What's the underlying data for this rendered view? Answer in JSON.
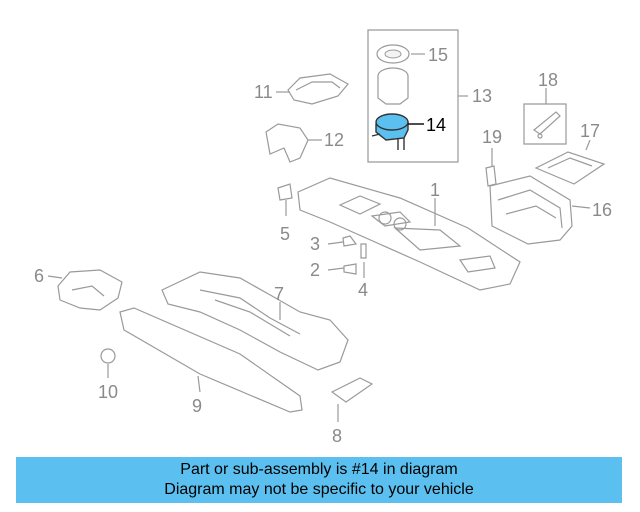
{
  "callouts": [
    {
      "id": "1",
      "label": "1"
    },
    {
      "id": "2",
      "label": "2"
    },
    {
      "id": "3",
      "label": "3"
    },
    {
      "id": "4",
      "label": "4"
    },
    {
      "id": "5",
      "label": "5"
    },
    {
      "id": "6",
      "label": "6"
    },
    {
      "id": "7",
      "label": "7"
    },
    {
      "id": "8",
      "label": "8"
    },
    {
      "id": "9",
      "label": "9"
    },
    {
      "id": "10",
      "label": "10"
    },
    {
      "id": "11",
      "label": "11"
    },
    {
      "id": "12",
      "label": "12"
    },
    {
      "id": "13",
      "label": "13"
    },
    {
      "id": "14",
      "label": "14"
    },
    {
      "id": "15",
      "label": "15"
    },
    {
      "id": "16",
      "label": "16"
    },
    {
      "id": "17",
      "label": "17"
    },
    {
      "id": "18",
      "label": "18"
    },
    {
      "id": "19",
      "label": "19"
    }
  ],
  "highlight_part": "14",
  "highlight_color": "#5bc0f0",
  "banner": {
    "line1": "Part or sub-assembly is #14 in diagram",
    "line2": "Diagram may not be specific to your vehicle",
    "color": "#5bc0f0"
  }
}
